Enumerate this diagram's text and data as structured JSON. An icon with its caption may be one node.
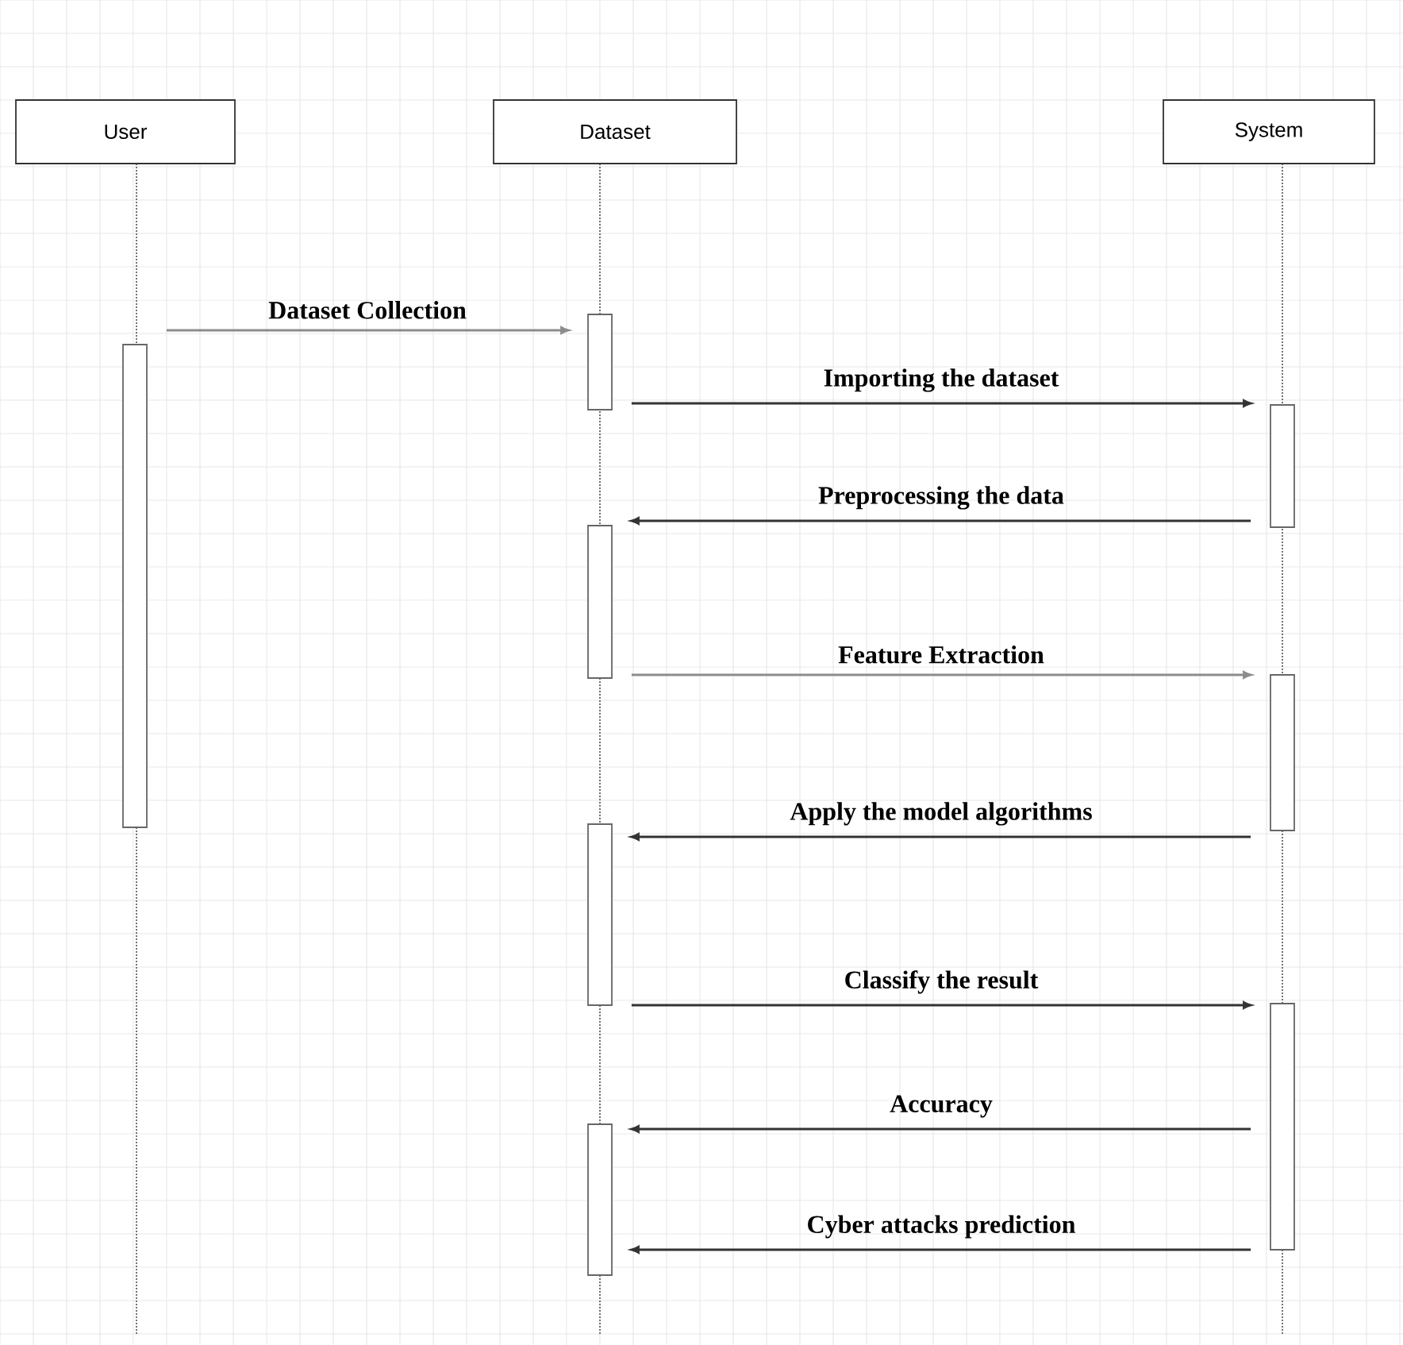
{
  "diagram": {
    "nodes": [
      {
        "text": [
          "User"
        ]
      },
      {
        "text": [
          "Dataset"
        ]
      },
      {
        "text": [
          "System"
        ]
      },
      {
        "text": [],
        "shape": "bar"
      },
      {
        "text": [],
        "shape": "bar"
      },
      {
        "text": [],
        "shape": "bar"
      },
      {
        "text": [],
        "shape": "bar"
      },
      {
        "text": [],
        "shape": "bar"
      },
      {
        "text": [],
        "shape": "bar"
      },
      {
        "text": [],
        "shape": "bar"
      },
      {
        "text": [],
        "shape": "bar"
      }
    ],
    "edges": [
      {
        "from": 4,
        "to": 3,
        "arrow": "to",
        "label": "Dataset Collection",
        "color": "#8c8c8c"
      },
      {
        "from": 3,
        "to": 5,
        "arrow": "to",
        "label": "Importing the dataset"
      },
      {
        "from": 5,
        "to": 6,
        "arrow": "to",
        "label": "Preprocessing the data"
      },
      {
        "from": 6,
        "to": 7,
        "arrow": "to",
        "label": "Feature Extraction",
        "color": "#8c8c8c"
      },
      {
        "from": 7,
        "to": 8,
        "arrow": "to",
        "label": "Apply the model algorithms"
      },
      {
        "from": 8,
        "to": 9,
        "arrow": "to",
        "label": "Classify the result"
      },
      {
        "from": 9,
        "to": 10,
        "arrow": "to",
        "label": "Accuracy"
      },
      {
        "from": 9,
        "to": 10,
        "arrow": "to",
        "label": "Cyber attacks prediction"
      }
    ]
  }
}
